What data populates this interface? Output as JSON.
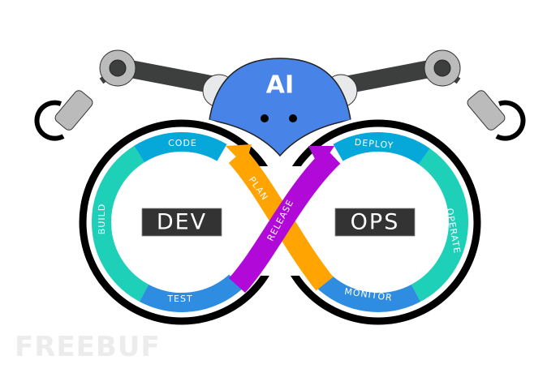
{
  "robot": {
    "label": "AI"
  },
  "loop": {
    "left_box": "DEV",
    "right_box": "OPS",
    "stages": {
      "plan": "PLAN",
      "code": "CODE",
      "build": "BUILD",
      "test": "TEST",
      "release": "RELEASE",
      "deploy": "DEPLOY",
      "operate": "OPERATE",
      "monitor": "MONITOR"
    }
  },
  "watermark": "FREEBUF",
  "colors": {
    "code": "#05a8d8",
    "build": "#1fd0b8",
    "test": "#2e8de0",
    "plan": "#ffa400",
    "release": "#b10ad8",
    "head": "#4884e8",
    "arm": "#3d3f3e",
    "joint": "#bbbbbb"
  }
}
